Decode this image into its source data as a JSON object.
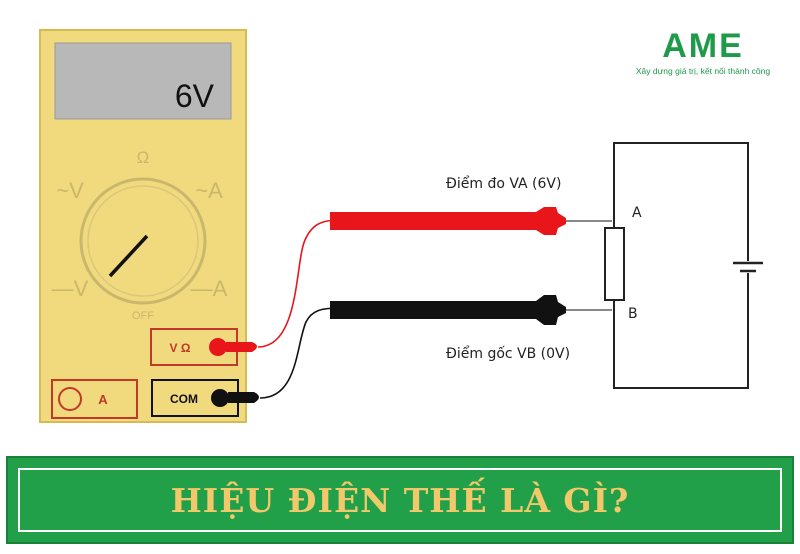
{
  "brand": {
    "name": "AME",
    "tagline": "Xây dựng giá trị, kết nối thành công"
  },
  "multimeter": {
    "display_value": "6V",
    "dial": {
      "ohm": "Ω",
      "ac_v": "~V",
      "ac_a": "~A",
      "dc_v": "—V",
      "dc_a": "—A",
      "off": "OFF"
    },
    "ports": {
      "v_ohm": "V Ω",
      "amp": "A",
      "com": "COM"
    }
  },
  "circuit": {
    "measure_point_label": "Điểm đo VA (6V)",
    "reference_point_label": "Điểm gốc VB (0V)",
    "node_a": "A",
    "node_b": "B"
  },
  "banner": {
    "title": "HIỆU ĐIỆN THẾ LÀ GÌ?"
  },
  "colors": {
    "brand_green": "#1e9a4a",
    "banner_green": "#22a049",
    "banner_text": "#f2c96a",
    "meter_body": "#f1d97e",
    "probe_red": "#e8151b",
    "probe_black": "#111111"
  }
}
